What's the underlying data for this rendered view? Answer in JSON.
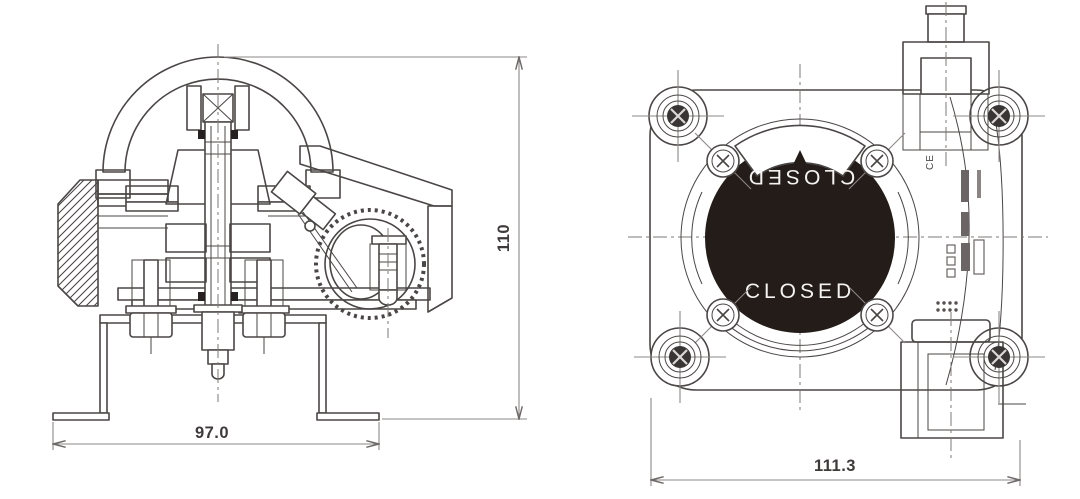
{
  "colors": {
    "line": "#4b4646",
    "dome": "#231c18",
    "indicator_text": "#f5f3f1",
    "dimension_text": "#3e3a3a",
    "background": "#ffffff"
  },
  "left_view": {
    "height_dim": "110",
    "width_dim": "97.0"
  },
  "right_view": {
    "width_dim": "111.3",
    "indicator_top": "CLOSED",
    "indicator_bottom": "CLOSED",
    "ce_mark": "CE"
  }
}
